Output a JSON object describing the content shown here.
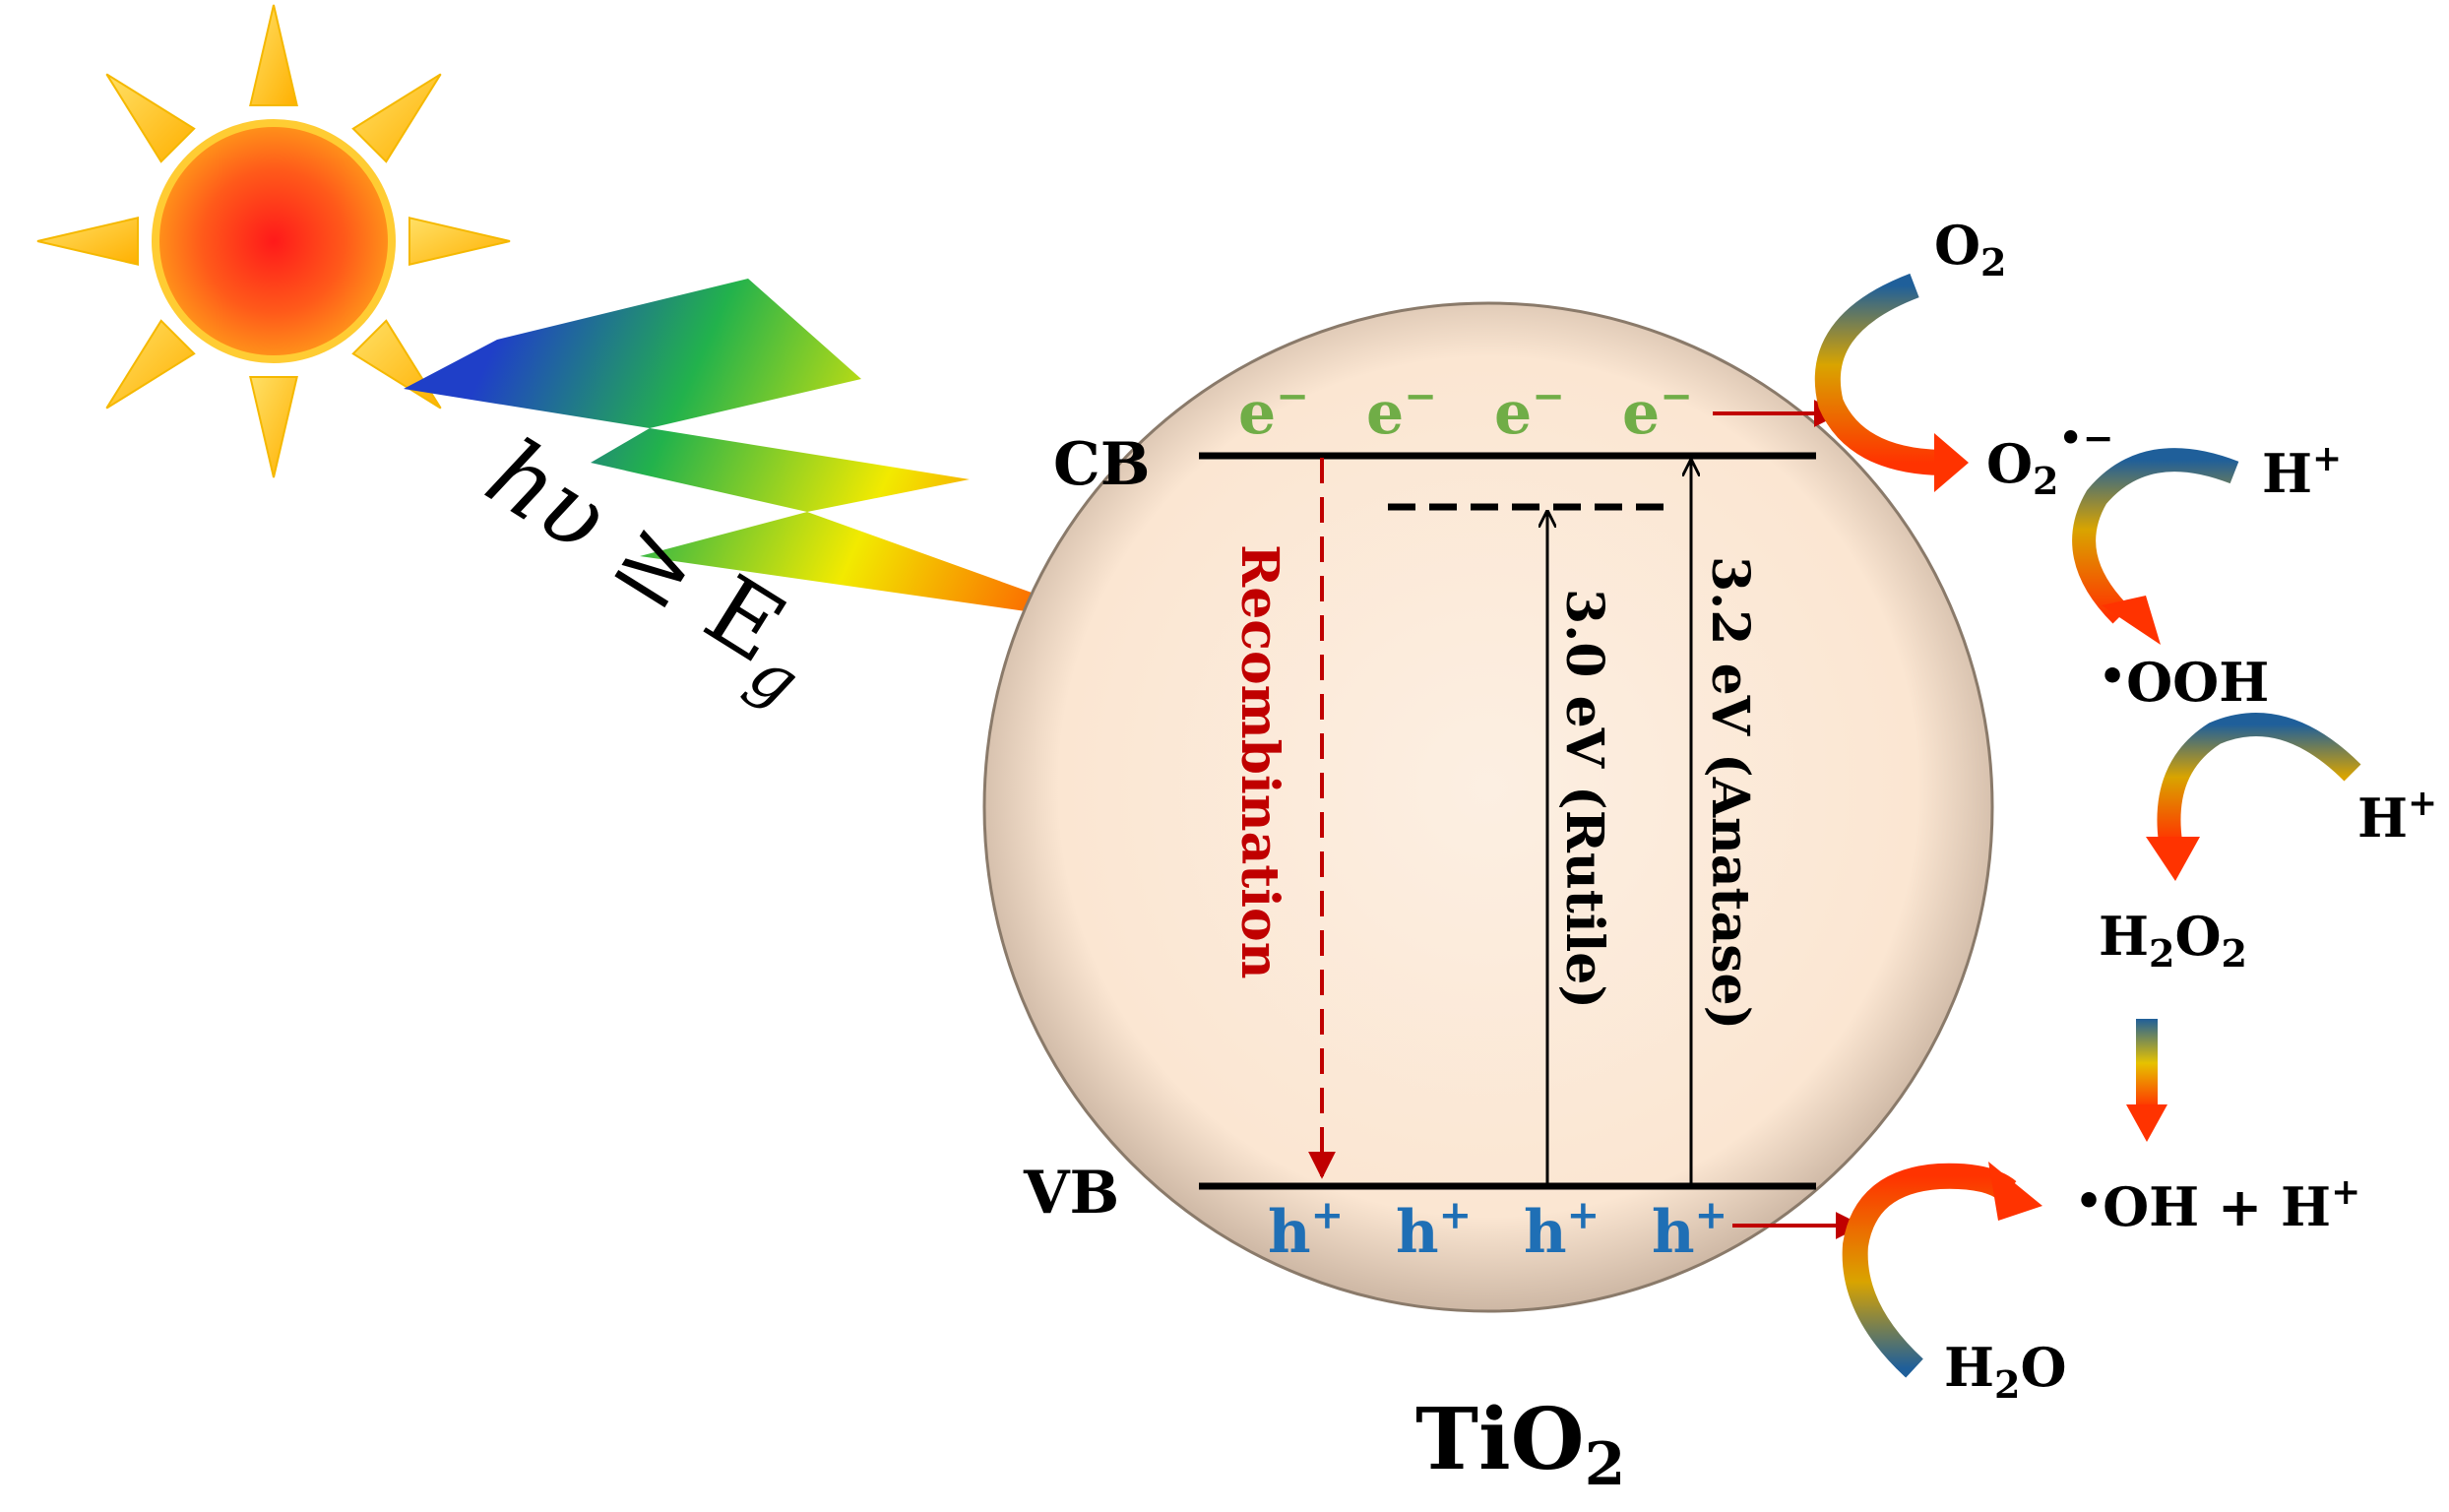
{
  "light": {
    "label_hv": "hυ",
    "label_ge": " ≥ ",
    "label_E": "E",
    "label_g": "g"
  },
  "semiconductor": {
    "material_base": "TiO",
    "material_sub": "2",
    "cb_label": "CB",
    "vb_label": "VB",
    "electron_base": "e",
    "electron_sup": "−",
    "hole_base": "h",
    "hole_sup": "+",
    "recombination_label": "Recombination",
    "rutile_gap": "3.0 eV (Rutile)",
    "anatase_gap": "3.2 eV (Anatase)"
  },
  "reactions": {
    "o2_base": "O",
    "o2_sub": "2",
    "superoxide_base": "O",
    "superoxide_sub": "2",
    "superoxide_sup": "•−",
    "hplus_base": "H",
    "hplus_sup": "+",
    "ooh_dot": "•",
    "ooh": "OOH",
    "h2o2_h": "H",
    "h2o2_sub1": "2",
    "h2o2_o": "O",
    "h2o2_sub2": "2",
    "oh_dot": "•",
    "oh_text": "OH + H",
    "oh_sup": "+",
    "h2o_h": "H",
    "h2o_sub": "2",
    "h2o_o": "O"
  },
  "colors": {
    "electron": "#70ad47",
    "hole": "#1f6fb5",
    "recombination": "#c00000",
    "particle_fill": "#fbe8d6",
    "band_line": "#000000"
  }
}
